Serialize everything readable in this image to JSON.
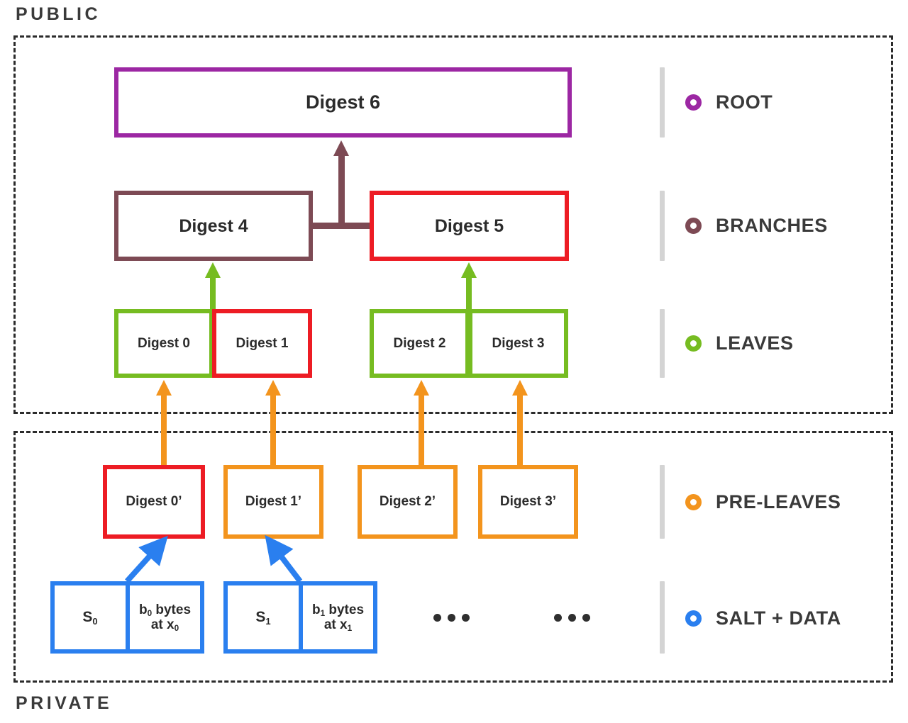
{
  "zones": {
    "public_label": "PUBLIC",
    "private_label": "PRIVATE"
  },
  "colors": {
    "root": "#9c27a3",
    "branches": "#7d4a54",
    "leaves": "#76bc21",
    "pre_leaves": "#f3941d",
    "salt_data": "#2a7fef",
    "highlight": "#ed1c24",
    "text": "#2b2b2b",
    "dashed_border": "#2b2b2b",
    "legend_bar": "#d4d4d4"
  },
  "root": {
    "label": "Digest 6"
  },
  "branches": [
    {
      "label": "Digest 4",
      "highlighted": false
    },
    {
      "label": "Digest 5",
      "highlighted": true
    }
  ],
  "leaves": [
    {
      "label": "Digest 0",
      "highlighted": false
    },
    {
      "label": "Digest 1",
      "highlighted": true
    },
    {
      "label": "Digest 2",
      "highlighted": false
    },
    {
      "label": "Digest 3",
      "highlighted": false
    }
  ],
  "pre_leaves": [
    {
      "label": "Digest 0’",
      "highlighted": true
    },
    {
      "label": "Digest 1’",
      "highlighted": false
    },
    {
      "label": "Digest 2’",
      "highlighted": false
    },
    {
      "label": "Digest 3’",
      "highlighted": false
    }
  ],
  "salt_data": [
    {
      "salt_main": "S",
      "salt_sub": "0",
      "data_b": "b",
      "data_b_sub": "0",
      "data_mid": " bytes",
      "data_at": "at x",
      "data_x_sub": "0"
    },
    {
      "salt_main": "S",
      "salt_sub": "1",
      "data_b": "b",
      "data_b_sub": "1",
      "data_mid": " bytes",
      "data_at": "at x",
      "data_x_sub": "1"
    }
  ],
  "ellipses": [
    "•••",
    "•••"
  ],
  "legend": [
    {
      "label": "ROOT",
      "color": "#9c27a3"
    },
    {
      "label": "BRANCHES",
      "color": "#7d4a54"
    },
    {
      "label": "LEAVES",
      "color": "#76bc21"
    },
    {
      "label": "PRE-LEAVES",
      "color": "#f3941d"
    },
    {
      "label": "SALT + DATA",
      "color": "#2a7fef"
    }
  ]
}
